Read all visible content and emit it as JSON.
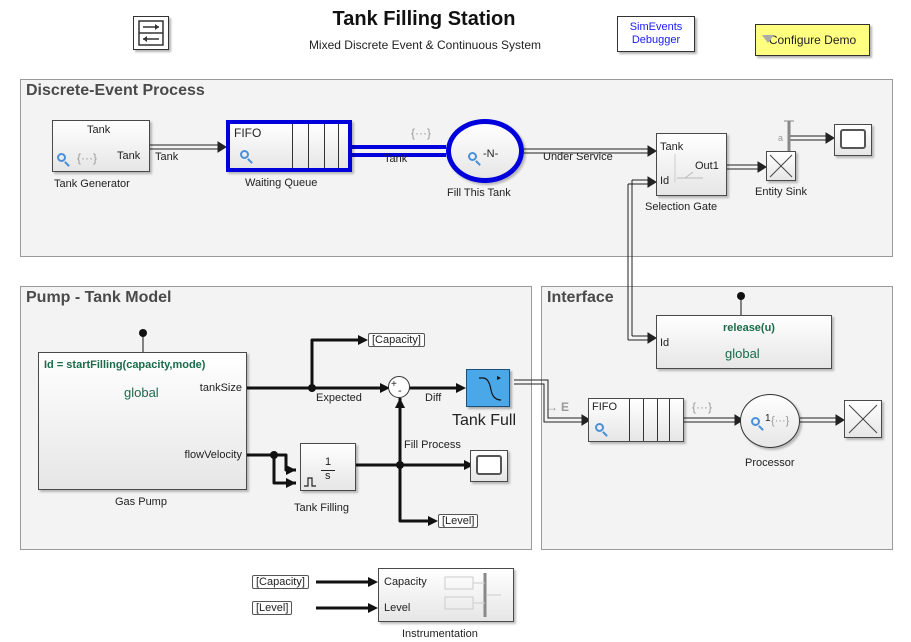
{
  "header": {
    "title": "Tank Filling Station",
    "subtitle": "Mixed Discrete Event & Continuous System",
    "debugger_line1": "SimEvents",
    "debugger_line2": "Debugger",
    "configure_demo": "Configure Demo"
  },
  "areas": {
    "discrete": "Discrete-Event Process",
    "pump": "Pump - Tank Model",
    "interface": "Interface"
  },
  "blocks": {
    "tank_generator": {
      "top_label": "Tank",
      "port": "Tank",
      "name": "Tank Generator",
      "queue_glyph": "{···}"
    },
    "waiting_queue": {
      "top_label": "FIFO",
      "name": "Waiting Queue"
    },
    "fill_tank": {
      "icon_text": "-N-",
      "name": "Fill This Tank",
      "entity_glyph": "{···}"
    },
    "selection_gate": {
      "port_tank": "Tank",
      "port_id": "Id",
      "port_out": "Out1",
      "name": "Selection Gate"
    },
    "entity_sink_top": {
      "name": "Entity Sink",
      "tiny_label": "a"
    },
    "gas_pump": {
      "func": "Id = startFilling(capacity,mode)",
      "scope": "global",
      "port_tank": "tankSize",
      "port_flow": "flowVelocity",
      "name": "Gas Pump"
    },
    "tank_filling": {
      "num": "1",
      "den": "s",
      "name": "Tank Filling"
    },
    "tank_full": {
      "name": "Tank Full"
    },
    "fill_process": {
      "name": "Fill Process"
    },
    "release": {
      "func": "release(u)",
      "scope": "global",
      "port": "Id"
    },
    "fifo2": {
      "label": "FIFO",
      "entity_glyph": "{···}"
    },
    "processor": {
      "icon_n": "1",
      "icon_glyph": "{···}",
      "name": "Processor"
    },
    "instrumentation": {
      "port_capacity": "Capacity",
      "port_level": "Level",
      "name": "Instrumentation"
    },
    "sum": {
      "sign_plus": "+",
      "sign_minus": "-"
    }
  },
  "signals": {
    "tank1": "Tank",
    "tank2": "Tank",
    "entity_glyph": "{···}",
    "under_service": "Under Service",
    "expected": "Expected",
    "diff": "Diff",
    "event_marker": "E"
  },
  "tags": {
    "capacity_goto": "[Capacity]",
    "level_goto": "[Level]",
    "capacity_from": "[Capacity]",
    "level_from": "[Level]"
  },
  "colors": {
    "queue_highlight": "#0000dd",
    "scope_fill": "#4aa8e8",
    "function_text": "#1a6b4a",
    "debugger_text": "#1a1aff",
    "configure_bg": "#ffff80"
  }
}
